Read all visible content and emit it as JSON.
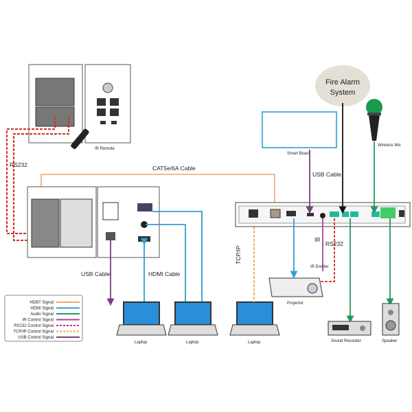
{
  "labels": {
    "ir_remote": "IR Remote",
    "rs232_left": "RS232",
    "cat_cable": "CAT5e/6A Cable",
    "usb_cable_left": "USB Cable",
    "hdmi_cable": "HDMI Cable",
    "laptop1": "Laptop",
    "laptop2": "Laptop",
    "laptop3": "Laptop",
    "tcpip": "TCP/IP",
    "smart_board": "Smart Board",
    "usb_cable_right": "USB Cable",
    "fire_alarm_line1": "Fire Alarm",
    "fire_alarm_line2": "System",
    "wireless_mic": "Wireless Mic",
    "ir": "IR",
    "rs232_right": "RS232",
    "ir_emitter": "IR Emitter",
    "projector": "Projector",
    "sound_recorder": "Sound Recorder",
    "speaker": "Speaker"
  },
  "legend": [
    {
      "label": "HDBT Signal",
      "color": "#f0a468",
      "style": "solid"
    },
    {
      "label": "HDMI Signal",
      "color": "#2e9fd4",
      "style": "solid"
    },
    {
      "label": "Audio Signal",
      "color": "#1f9a5e",
      "style": "solid"
    },
    {
      "label": "IR Control Signal",
      "color": "#a8458f",
      "style": "solid"
    },
    {
      "label": "RS232 Control Signal",
      "color": "#d8238e",
      "style": "dashed"
    },
    {
      "label": "TCP/IP Control Signal",
      "color": "#f3a850",
      "style": "dashed"
    },
    {
      "label": "USB Control Signal",
      "color": "#7a3f7e",
      "style": "solid"
    }
  ],
  "colors": {
    "rs232_red": "#d42a22",
    "fire_alarm_fill": "#e4e0d6",
    "mic_head": "#1a9a4e"
  }
}
